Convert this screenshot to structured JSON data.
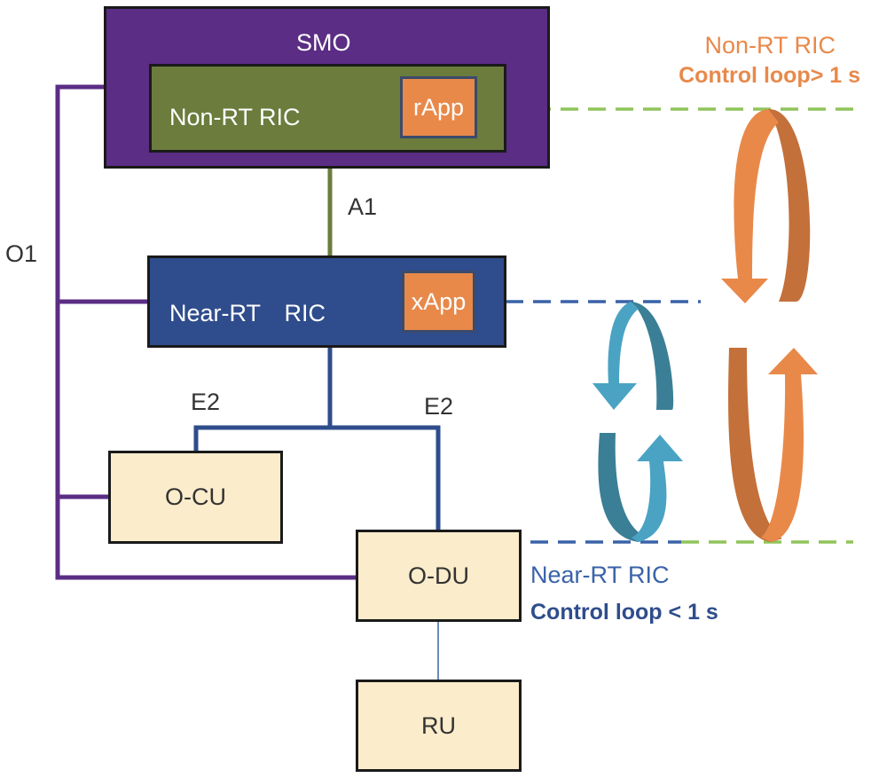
{
  "colors": {
    "smo": "#5b2d85",
    "non_rt_ric": "#6b7c3d",
    "near_rt_ric": "#2f4d8c",
    "node": "#fbeccb",
    "app": "#e8894a",
    "o1_line": "#5b2d85",
    "a1_line": "#6b7c3d",
    "e2_line": "#2f4d8c",
    "orange": "#e8894a",
    "orange_dark": "#c4703a",
    "teal": "#4aa3c3",
    "teal_dark": "#3a7f96",
    "blue_text": "#3a62a8",
    "green_dash": "#8fc45a",
    "blue_dash": "#3a62a8"
  },
  "nodes": {
    "smo": "SMO",
    "non_rt_ric": "Non-RT RIC",
    "rapp": "rApp",
    "near_rt_ric": "Near-RT　RIC",
    "xapp": "xApp",
    "o_cu": "O-CU",
    "o_du": "O-DU",
    "ru": "RU"
  },
  "interfaces": {
    "o1": "O1",
    "a1": "A1",
    "e2_cu": "E2",
    "e2_du": "E2"
  },
  "loops": {
    "non_rt": {
      "title": "Non-RT RIC",
      "subtitle": "Control loop> 1 s"
    },
    "near_rt": {
      "title": "Near-RT RIC",
      "subtitle": "Control loop < 1 s"
    }
  }
}
